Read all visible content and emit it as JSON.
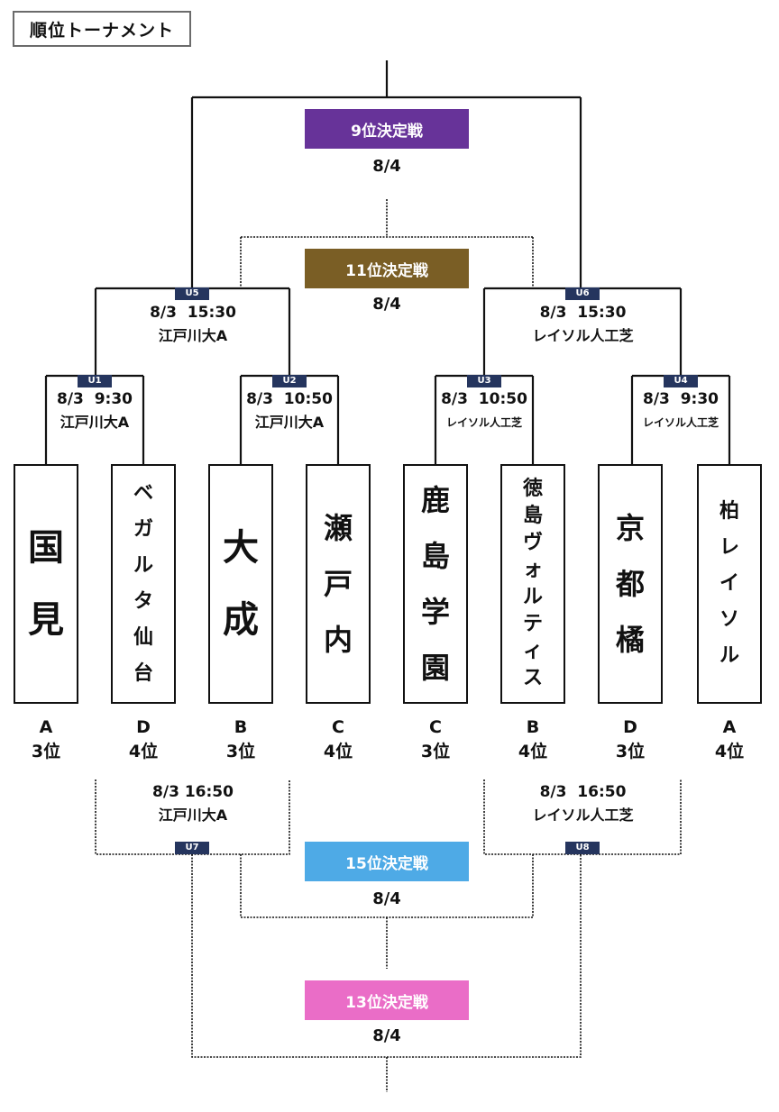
{
  "title": "順位トーナメント",
  "colors": {
    "place9": "#673399",
    "place11": "#7a5e25",
    "place15": "#4eaae6",
    "place13": "#ea6dc7",
    "match_tag": "#25355e",
    "line": "#111111"
  },
  "finals": {
    "place9": {
      "label": "9位決定戦",
      "date": "8/4"
    },
    "place11": {
      "label": "11位決定戦",
      "date": "8/4"
    },
    "place15": {
      "label": "15位決定戦",
      "date": "8/4"
    },
    "place13": {
      "label": "13位決定戦",
      "date": "8/4"
    }
  },
  "matches": {
    "U1": {
      "tag": "U1",
      "time": "8/3  9:30",
      "venue": "江戸川大A"
    },
    "U2": {
      "tag": "U2",
      "time": "8/3  10:50",
      "venue": "江戸川大A"
    },
    "U3": {
      "tag": "U3",
      "time": "8/3  10:50",
      "venue": "レイソル人工芝"
    },
    "U4": {
      "tag": "U4",
      "time": "8/3  9:30",
      "venue": "レイソル人工芝"
    },
    "U5": {
      "tag": "U5",
      "time": "8/3  15:30",
      "venue": "江戸川大A"
    },
    "U6": {
      "tag": "U6",
      "time": "8/3  15:30",
      "venue": "レイソル人工芝"
    },
    "U7": {
      "tag": "U7",
      "time": "8/3 16:50",
      "venue": "江戸川大A"
    },
    "U8": {
      "tag": "U8",
      "time": "8/3  16:50",
      "venue": "レイソル人工芝"
    }
  },
  "teams": [
    {
      "name": [
        "国",
        "見"
      ],
      "group": "A",
      "rank": "3位"
    },
    {
      "name": [
        "ベ",
        "ガ",
        "ル",
        "タ",
        "仙",
        "台"
      ],
      "group": "D",
      "rank": "4位"
    },
    {
      "name": [
        "大",
        "成"
      ],
      "group": "B",
      "rank": "3位"
    },
    {
      "name": [
        "瀬",
        "戸",
        "内"
      ],
      "group": "C",
      "rank": "4位"
    },
    {
      "name": [
        "鹿",
        "島",
        "学",
        "園"
      ],
      "group": "C",
      "rank": "3位"
    },
    {
      "name": [
        "徳",
        "島",
        "ヴ",
        "ォ",
        "ル",
        "テ",
        "ィ",
        "ス"
      ],
      "group": "B",
      "rank": "4位"
    },
    {
      "name": [
        "京",
        "都",
        "橘"
      ],
      "group": "D",
      "rank": "3位"
    },
    {
      "name": [
        "柏",
        "レ",
        "イ",
        "ソ",
        "ル"
      ],
      "group": "A",
      "rank": "4位"
    }
  ]
}
